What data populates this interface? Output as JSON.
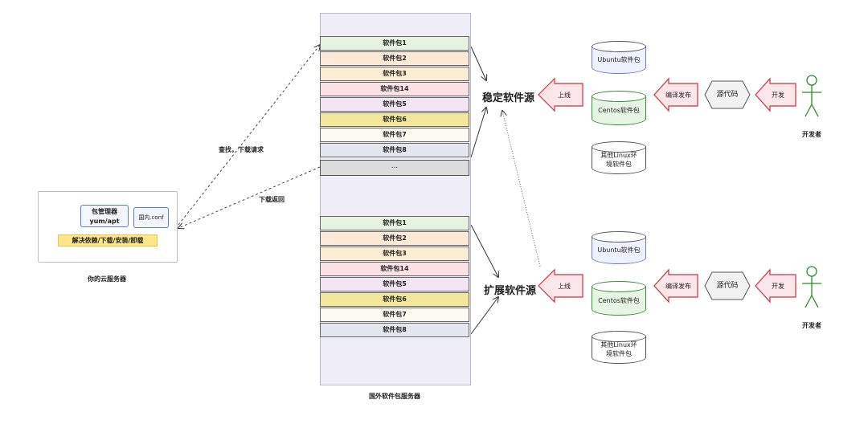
{
  "colors": {
    "pkg1": "#e7f3e1",
    "pkg2": "#fde9d6",
    "pkg3": "#fbeed2",
    "pkg14": "#fbe1e4",
    "pkg5": "#f3e6f2",
    "pkg6": "#f5e79a",
    "pkg7": "#fbf9f0",
    "pkg8": "#e3e6ef",
    "arrow_red": "#cc3344",
    "arrow_fill": "#fbe6ea"
  },
  "client": {
    "package_manager": "包管理器",
    "package_manager_sub": "yum/apt",
    "config": "国内.conf",
    "features": "解决依赖/下载/安装/卸载",
    "caption": "你的云服务器"
  },
  "requests": {
    "query": "查找，下载请求",
    "response": "下载返回"
  },
  "repo": {
    "caption": "国外软件包服务器",
    "ellipsis": "...",
    "packages_top": [
      "软件包1",
      "软件包2",
      "软件包3",
      "软件包14",
      "软件包5",
      "软件包6",
      "软件包7",
      "软件包8"
    ],
    "packages_bottom": [
      "软件包1",
      "软件包2",
      "软件包3",
      "软件包14",
      "软件包5",
      "软件包6",
      "软件包7",
      "软件包8"
    ]
  },
  "stable": {
    "label": "稳定软件源",
    "online": "上线",
    "compile": "编译发布",
    "source": "源代码",
    "develop": "开发",
    "developer": "开发者",
    "db": [
      "Ubuntu软件包",
      "Centos软件包",
      "其他Linux环境软件包"
    ]
  },
  "extended": {
    "label": "扩展软件源",
    "online": "上线",
    "compile": "编译发布",
    "source": "源代码",
    "develop": "开发",
    "developer": "开发者",
    "db": [
      "Ubuntu软件包",
      "Centos软件包",
      "其他Linux环境软件包"
    ]
  }
}
